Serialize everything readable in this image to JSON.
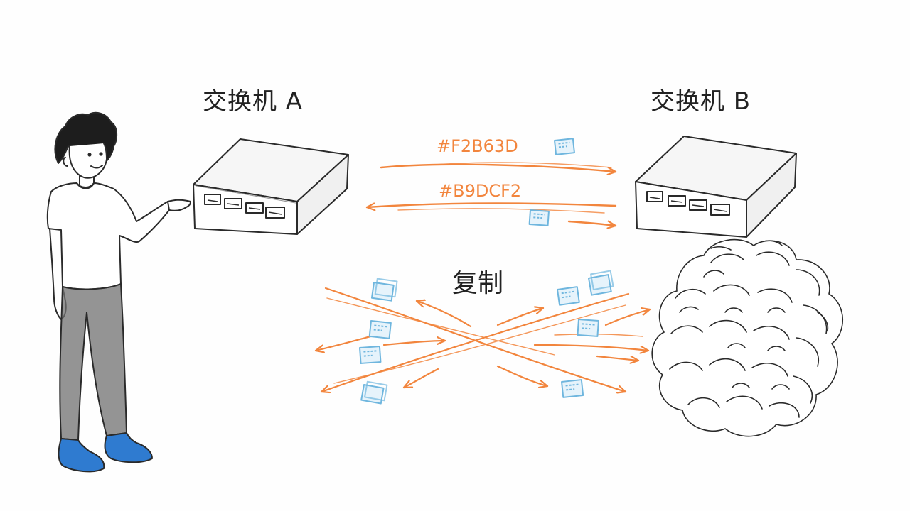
{
  "labels": {
    "switch_a": "交换机 A",
    "switch_b": "交换机 B",
    "copy": "复制",
    "hex_top": "#F2B63D",
    "hex_bottom": "#B9DCF2"
  },
  "colors": {
    "arrow": "#F2853D",
    "packet": "#6FB6DE",
    "ink": "#2A2A2A",
    "shoes": "#2F7BD0",
    "pants": "#707070"
  },
  "icons": [
    "person-figure",
    "network-switch",
    "data-packet-icon",
    "cloud-icon",
    "arrow"
  ]
}
